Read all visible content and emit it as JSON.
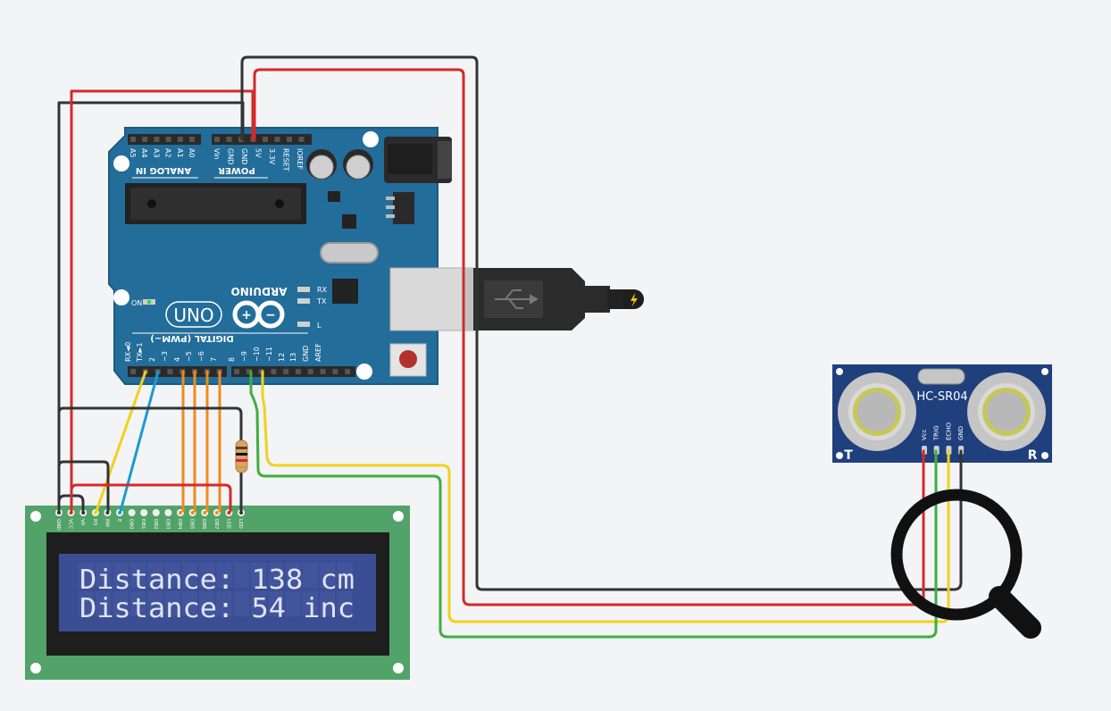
{
  "arduino": {
    "brand": "ARDUINO",
    "model": "UNO",
    "on_label": "ON",
    "rx_label": "RX",
    "tx_label": "TX",
    "l_label": "L",
    "analog_header": "ANALOG IN",
    "power_header": "POWER",
    "digital_header": "DIGITAL (PWM~)",
    "analog_pins": [
      "A5",
      "A4",
      "A3",
      "A2",
      "A1",
      "A0"
    ],
    "power_pins": [
      "Vin",
      "GND",
      "GND",
      "5V",
      "3.3V",
      "RESET",
      "IOREF"
    ],
    "digital_pins": [
      "RX◄0",
      "TX►1",
      "2",
      "~3",
      "4",
      "~5",
      "~6",
      "7",
      "8",
      "~9",
      "~10",
      "~11",
      "12",
      "13",
      "GND",
      "AREF"
    ]
  },
  "lcd": {
    "pins": [
      "GND",
      "VCC",
      "V0",
      "RS",
      "RW",
      "E",
      "DB0",
      "DB1",
      "DB2",
      "DB3",
      "DB4",
      "DB5",
      "DB6",
      "DB7",
      "LED",
      "LED"
    ],
    "line1": "Distance: 138 cm",
    "line2": "Distance: 54 inc"
  },
  "sensor": {
    "model": "HC-SR04",
    "pins": [
      "Vcc",
      "TRIG",
      "ECHO",
      "GND"
    ],
    "left_mark": "T",
    "right_mark": "R"
  },
  "colors": {
    "board_blue": "#236d9a",
    "lcd_green": "#52a369",
    "lcd_screen": "#3c4e93",
    "sensor_blue": "#1f3f7d",
    "wire_red": "#d42a2a",
    "wire_black": "#333333",
    "wire_yellow": "#f0d21c",
    "wire_green": "#3fae3f",
    "wire_blue": "#1b9bd1",
    "wire_orange": "#f08a1c"
  }
}
